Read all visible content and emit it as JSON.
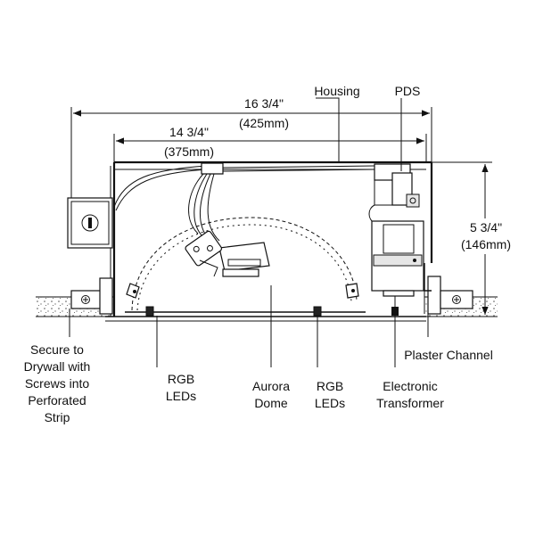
{
  "dimensions": {
    "overall_length": "16 3/4\"",
    "overall_length_metric": "(425mm)",
    "housing_length": "14 3/4\"",
    "housing_length_metric": "(375mm)",
    "height": "5 3/4\"",
    "height_metric": "(146mm)"
  },
  "labels": {
    "housing": "Housing",
    "pds": "PDS",
    "plaster_channel": "Plaster Channel",
    "secure_line1": "Secure to",
    "secure_line2": "Drywall with",
    "secure_line3": "Screws into",
    "secure_line4": "Perforated",
    "secure_line5": "Strip",
    "rgb_left_line1": "RGB",
    "rgb_left_line2": "LEDs",
    "aurora_line1": "Aurora",
    "aurora_line2": "Dome",
    "rgb_right_line1": "RGB",
    "rgb_right_line2": "LEDs",
    "transformer_line1": "Electronic",
    "transformer_line2": "Transformer"
  }
}
